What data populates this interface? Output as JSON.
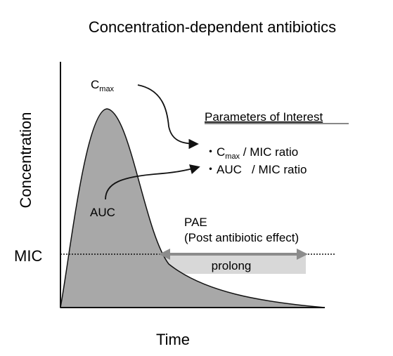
{
  "title": "Concentration-dependent antibiotics",
  "axes": {
    "y_label": "Concentration",
    "x_label": "Time",
    "threshold_label": "MIC"
  },
  "labels": {
    "cmax_main": "C",
    "cmax_sub": "max",
    "auc": "AUC",
    "pae_line1": "PAE",
    "pae_line2": "(Post antibiotic effect)",
    "prolong": "prolong"
  },
  "parameters": {
    "heading": "Parameters of Interest",
    "item1_prefix": "・C",
    "item1_sub": "max",
    "item1_rest": " / MIC ratio",
    "item2": "・AUC   / MIC ratio"
  },
  "colors": {
    "curve_fill": "#a8a8a8",
    "prolong_bar": "#d8d8d8",
    "pae_arrow": "#8c8c8c",
    "ink": "#111111"
  }
}
